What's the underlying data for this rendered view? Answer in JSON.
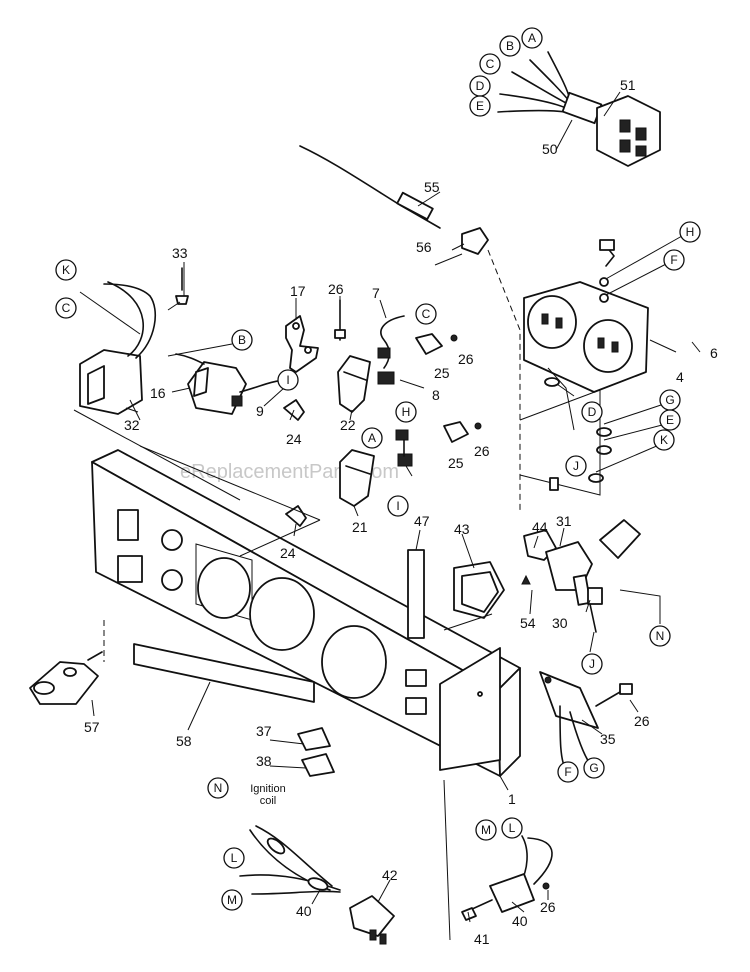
{
  "watermark": "eReplacementParts.com",
  "parts": {
    "p1": "1",
    "p4": "4",
    "p6": "6",
    "p7": "7",
    "p8": "8",
    "p9": "9",
    "p16": "16",
    "p17": "17",
    "p21": "21",
    "p22": "22",
    "p24a": "24",
    "p24b": "24",
    "p25a": "25",
    "p25b": "25",
    "p26a": "26",
    "p26b": "26",
    "p26c": "26",
    "p26d": "26",
    "p26e": "26",
    "p30": "30",
    "p31": "31",
    "p32": "32",
    "p33": "33",
    "p35": "35",
    "p37": "37",
    "p38": "38",
    "p40a": "40",
    "p40b": "40",
    "p41": "41",
    "p42": "42",
    "p43": "43",
    "p44": "44",
    "p47": "47",
    "p50": "50",
    "p51": "51",
    "p54": "54",
    "p55": "55",
    "p56": "56",
    "p57": "57",
    "p58": "58"
  },
  "connectors": {
    "A1": "A",
    "B1": "B",
    "C1": "C",
    "D1": "D",
    "E1": "E",
    "K2": "K",
    "C2": "C",
    "B2": "B",
    "I2": "I",
    "C3": "C",
    "H3": "H",
    "A3": "A",
    "I3": "I",
    "H4": "H",
    "F4": "F",
    "D4": "D",
    "J4": "J",
    "G4": "G",
    "E4": "E",
    "K4": "K",
    "N5": "N",
    "J5": "J",
    "F5": "F",
    "G5": "G",
    "N6": "N",
    "L6": "L",
    "M6": "M",
    "M7": "M",
    "L7": "L"
  },
  "notes": {
    "ignition_line1": "Ignition",
    "ignition_line2": "coil"
  }
}
